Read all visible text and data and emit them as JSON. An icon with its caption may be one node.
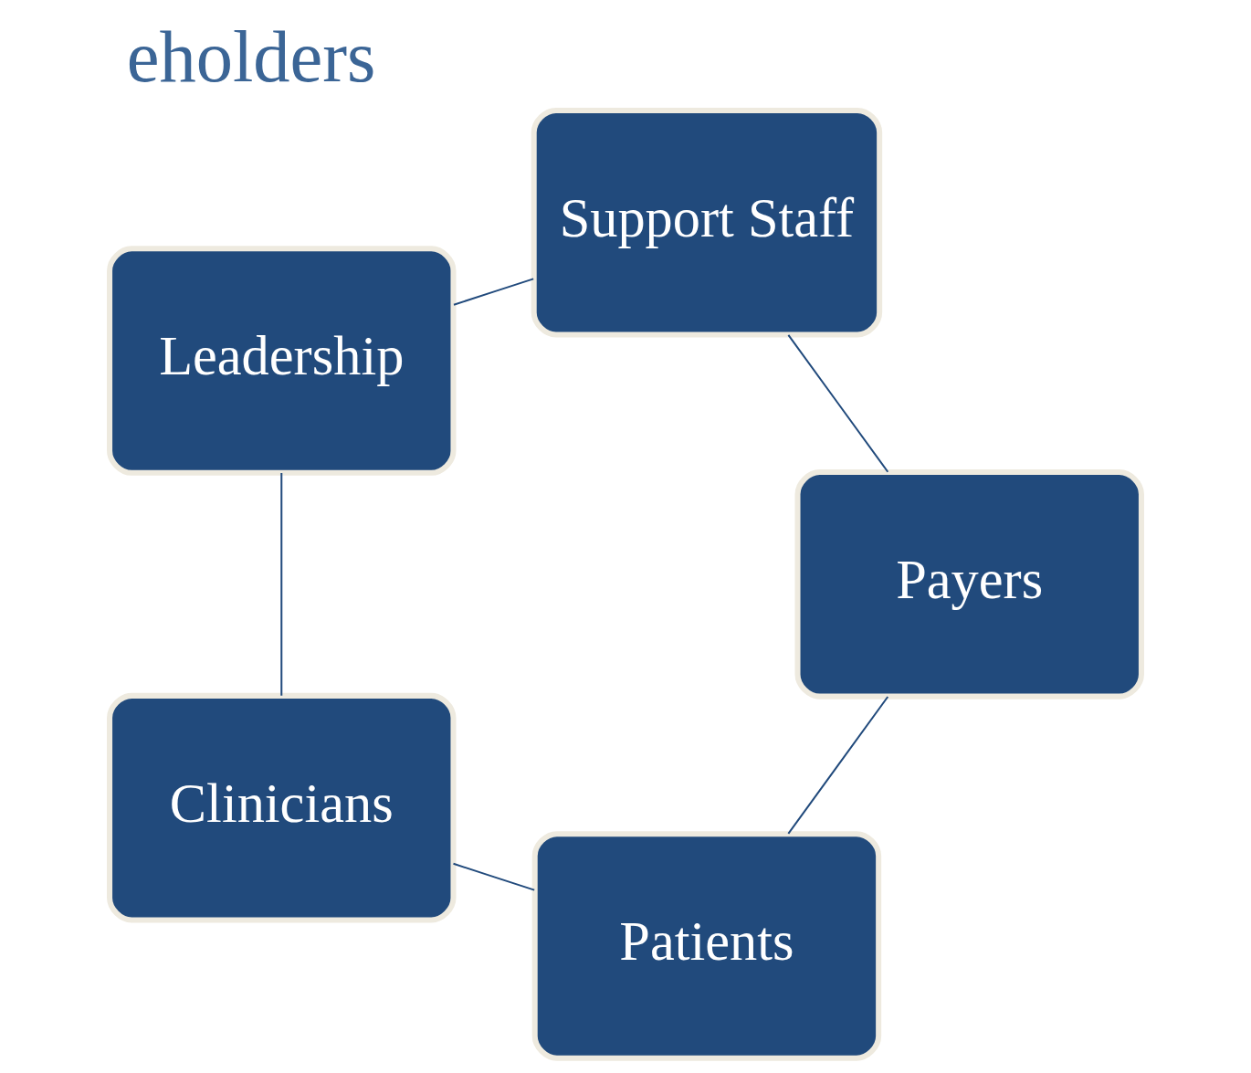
{
  "diagram": {
    "title": "eholders",
    "nodes": [
      {
        "text": [
          "Patients"
        ]
      },
      {
        "text": [
          "Clinicians"
        ]
      },
      {
        "text": [
          "Leadership"
        ]
      },
      {
        "text": [
          "Support Staff"
        ]
      },
      {
        "text": [
          "Payers"
        ]
      }
    ],
    "edges": [
      {
        "from": 0,
        "to": 1,
        "arrow": "none"
      },
      {
        "from": 1,
        "to": 2,
        "arrow": "none"
      },
      {
        "from": 2,
        "to": 3,
        "arrow": "none"
      },
      {
        "from": 3,
        "to": 4,
        "arrow": "none"
      },
      {
        "from": 4,
        "to": 0,
        "arrow": "none"
      }
    ]
  }
}
